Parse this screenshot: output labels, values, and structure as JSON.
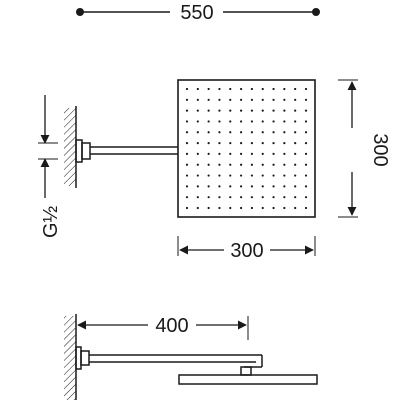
{
  "dimensions": {
    "overall_width": "550",
    "head_height": "300",
    "head_width": "300",
    "arm_length": "400",
    "thread_label": "G",
    "thread_fraction": "½"
  },
  "holes": {
    "rows": 12,
    "cols": 12
  },
  "colors": {
    "ink": "#1a1a1a",
    "background": "#ffffff"
  }
}
